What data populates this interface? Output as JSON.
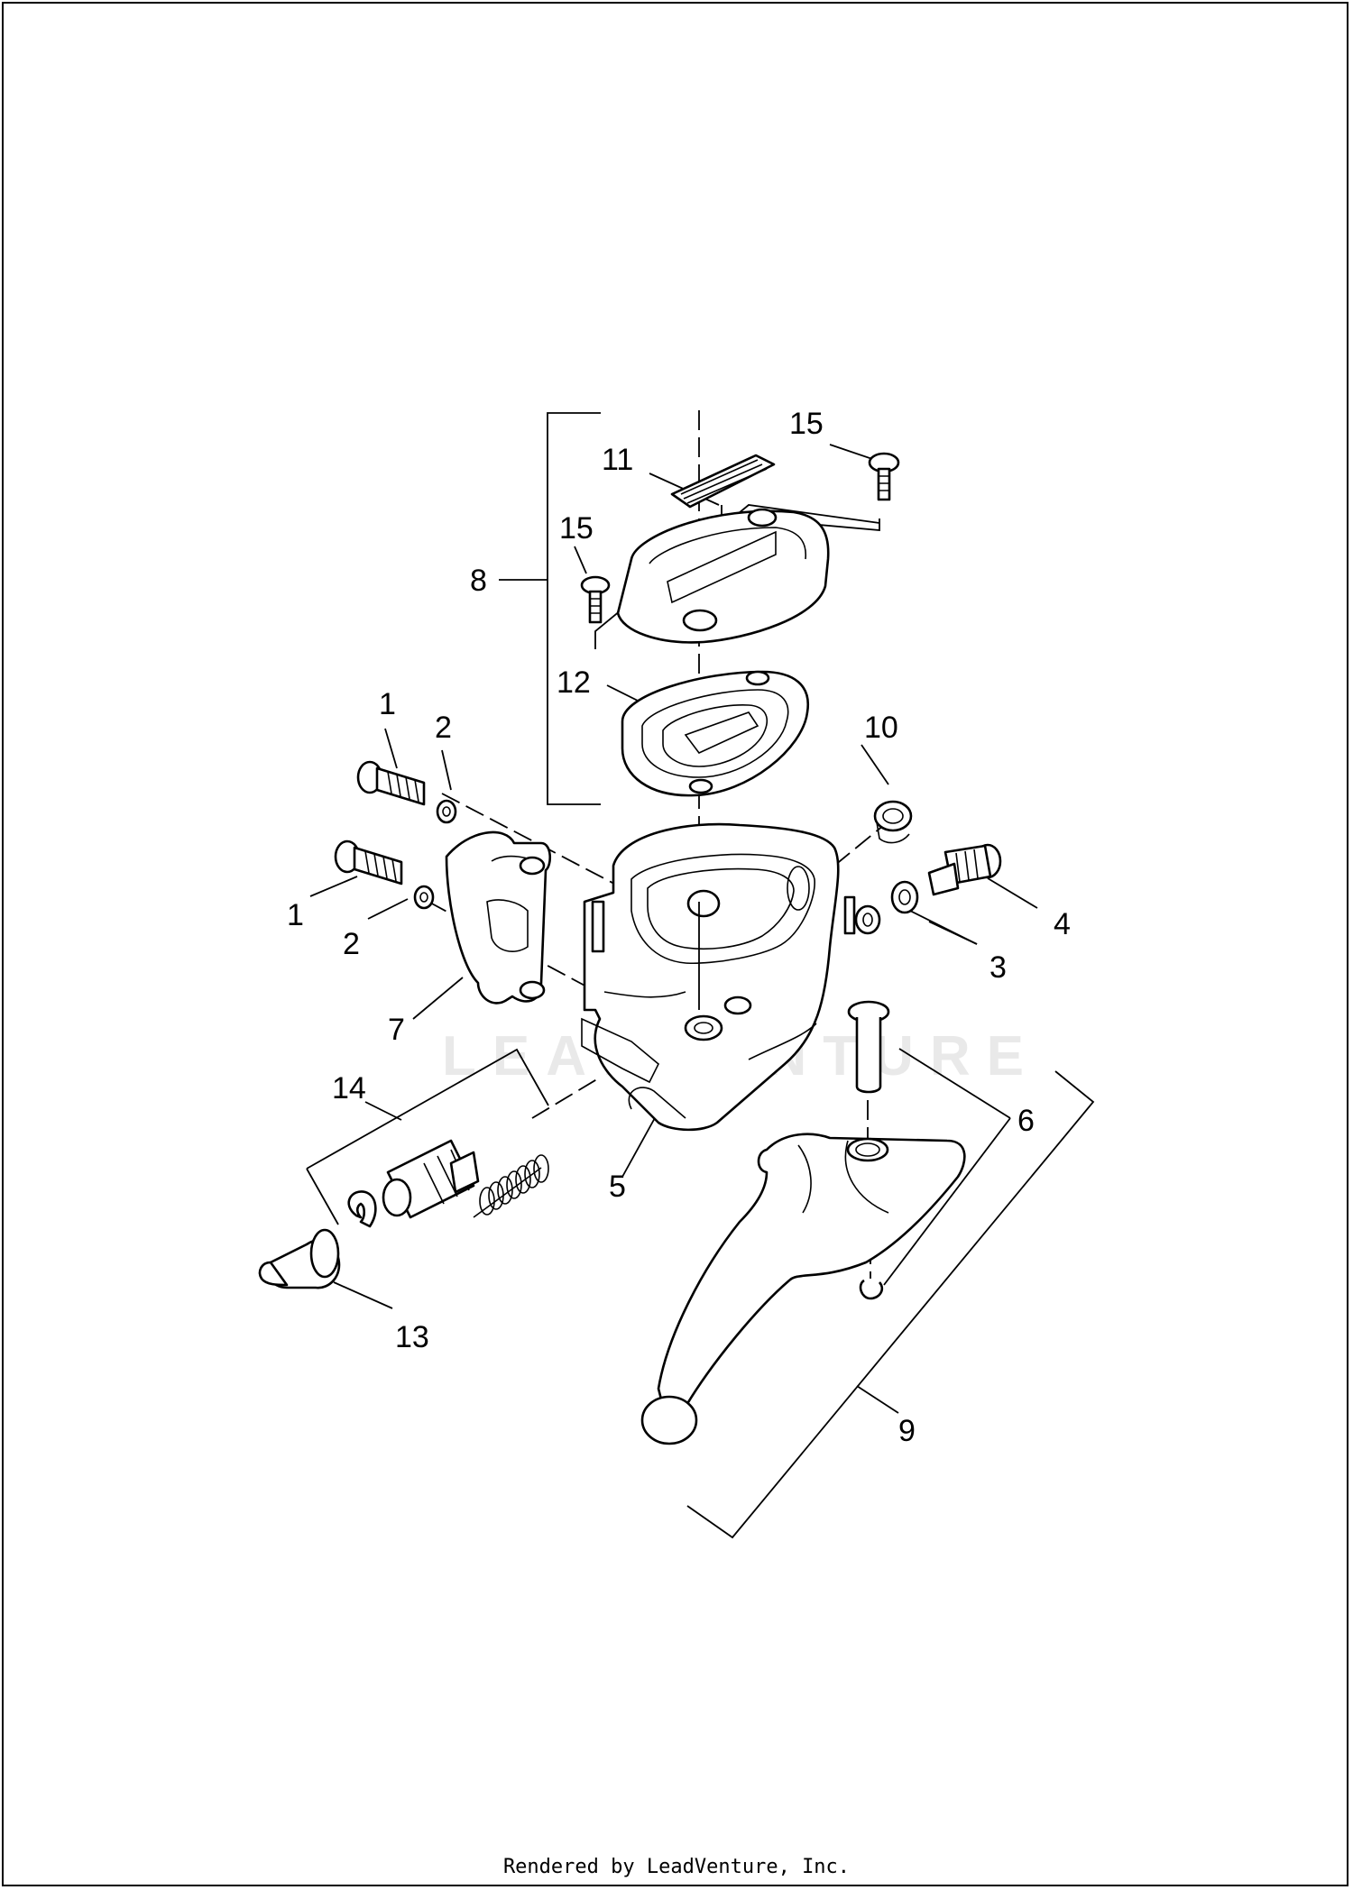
{
  "callouts": {
    "c1a": "1",
    "c1b": "1",
    "c2a": "2",
    "c2b": "2",
    "c3": "3",
    "c4": "4",
    "c5": "5",
    "c6": "6",
    "c7": "7",
    "c8": "8",
    "c9": "9",
    "c10": "10",
    "c11": "11",
    "c12": "12",
    "c13": "13",
    "c14": "14",
    "c15a": "15",
    "c15b": "15"
  },
  "watermark": "LEADVENTURE",
  "footer": "Rendered by LeadVenture, Inc."
}
